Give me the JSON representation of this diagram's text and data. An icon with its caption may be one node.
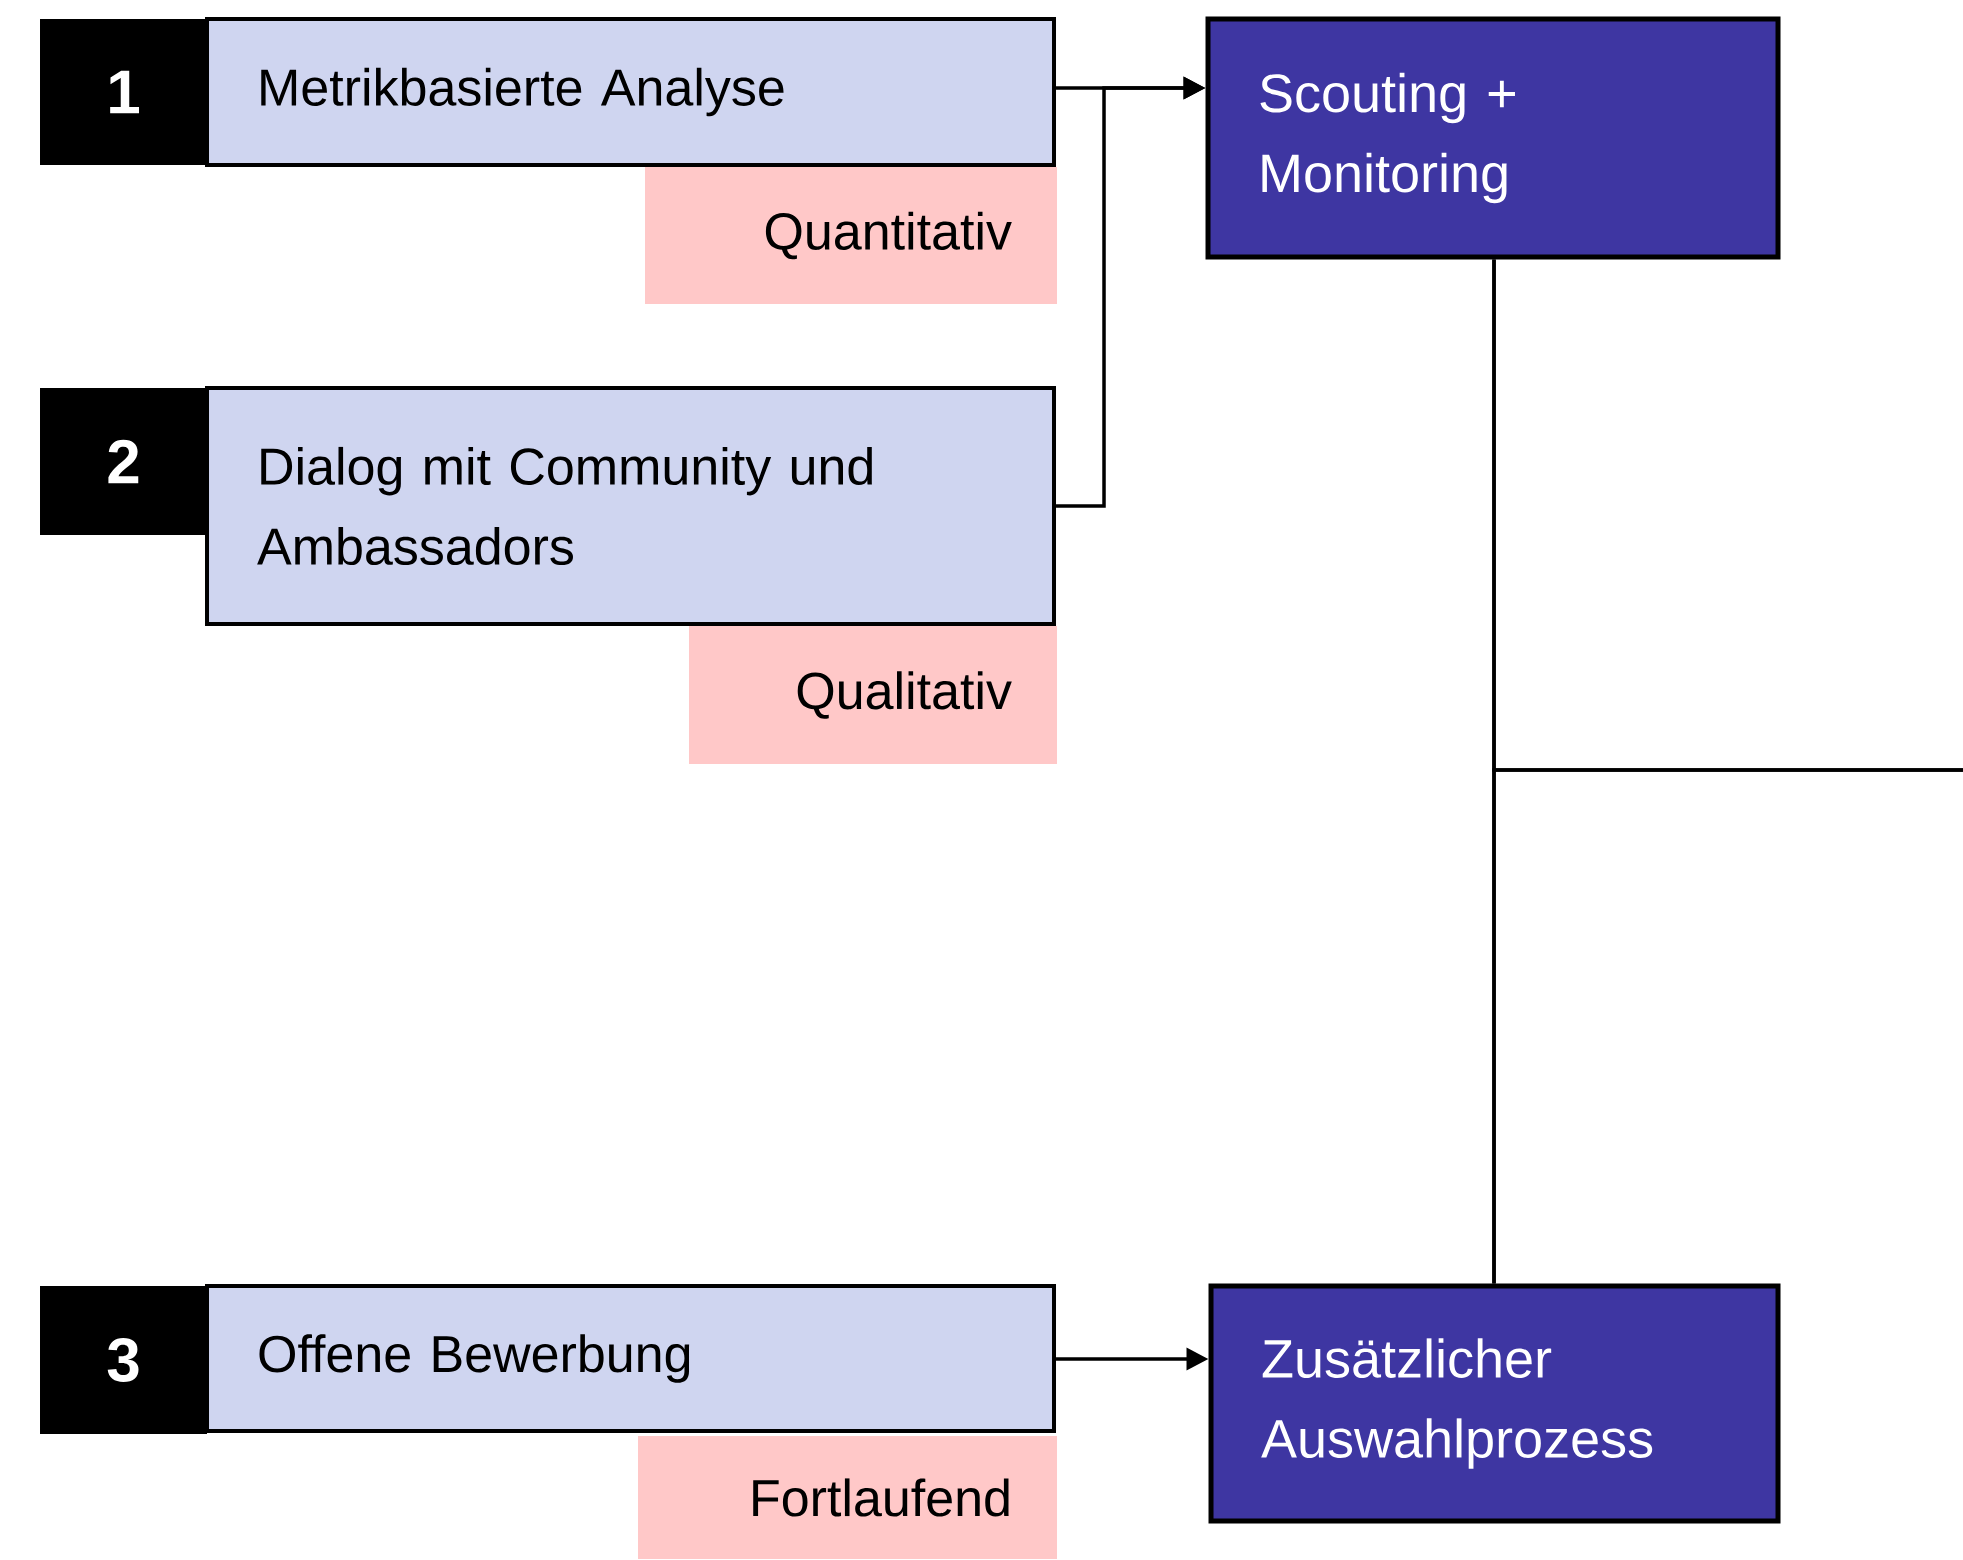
{
  "diagram": {
    "nodes": [
      {
        "text": [
          "1"
        ]
      },
      {
        "text": [
          "Metrikbasierte Analyse"
        ]
      },
      {
        "text": [
          "Quantitativ"
        ]
      },
      {
        "text": [
          "Scouting + Monitoring"
        ]
      },
      {
        "text": [
          "2"
        ]
      },
      {
        "text": [
          "Dialog mit Community und Ambassadors"
        ]
      },
      {
        "text": [
          "Qualitativ"
        ]
      },
      {
        "text": [
          "3"
        ]
      },
      {
        "text": [
          "Offene Bewerbung"
        ]
      },
      {
        "text": [
          "Fortlaufend"
        ]
      },
      {
        "text": [
          "Zusätzlicher Auswahlprozess"
        ]
      }
    ],
    "edges": [
      {
        "from": 1,
        "to": 3,
        "arrow": "to"
      },
      {
        "from": 5,
        "to": 3,
        "arrow": "to"
      },
      {
        "from": 8,
        "to": 10,
        "arrow": "to"
      },
      {
        "from": 3,
        "to": 10,
        "arrow": "none"
      },
      {
        "from": 3,
        "to": null,
        "arrow": "none"
      },
      {
        "from": 10,
        "to": null,
        "arrow": "none"
      }
    ]
  }
}
